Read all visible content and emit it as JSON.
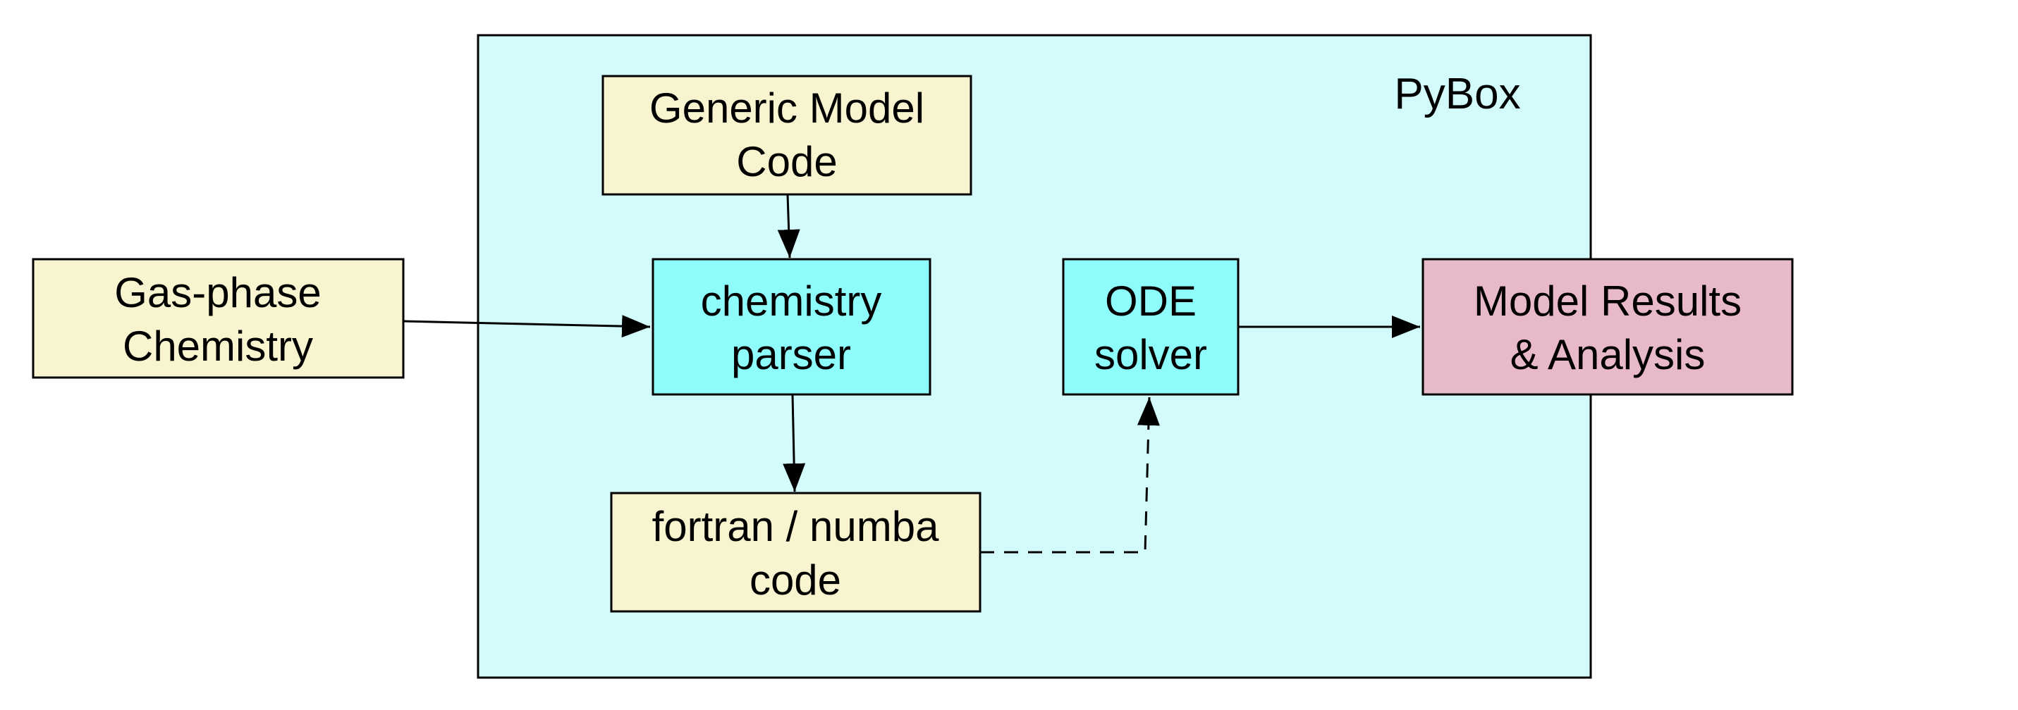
{
  "diagram": {
    "colors": {
      "container_fill": "#d4fbfb",
      "input_fill": "#f8f4cf",
      "process_fill": "#8ffcfc",
      "output_fill": "#e8b9cb",
      "stroke": "#000000"
    },
    "group": {
      "title": "PyBox"
    },
    "nodes": {
      "generic_model_code": {
        "line1": "Generic Model",
        "line2": "Code"
      },
      "gas_phase_chemistry": {
        "line1": "Gas-phase",
        "line2": "Chemistry"
      },
      "chemistry_parser": {
        "line1": "chemistry",
        "line2": "parser"
      },
      "ode_solver": {
        "line1": "ODE",
        "line2": "solver"
      },
      "model_results": {
        "line1": "Model Results",
        "line2": "& Analysis"
      },
      "fortran_numba_code": {
        "line1": "fortran / numba",
        "line2": "code"
      }
    },
    "edges": [
      {
        "from": "generic_model_code",
        "to": "chemistry_parser",
        "style": "solid"
      },
      {
        "from": "gas_phase_chemistry",
        "to": "chemistry_parser",
        "style": "solid"
      },
      {
        "from": "chemistry_parser",
        "to": "fortran_numba_code",
        "style": "solid"
      },
      {
        "from": "ode_solver",
        "to": "model_results",
        "style": "solid"
      },
      {
        "from": "fortran_numba_code",
        "to": "ode_solver",
        "style": "dashed"
      }
    ]
  }
}
